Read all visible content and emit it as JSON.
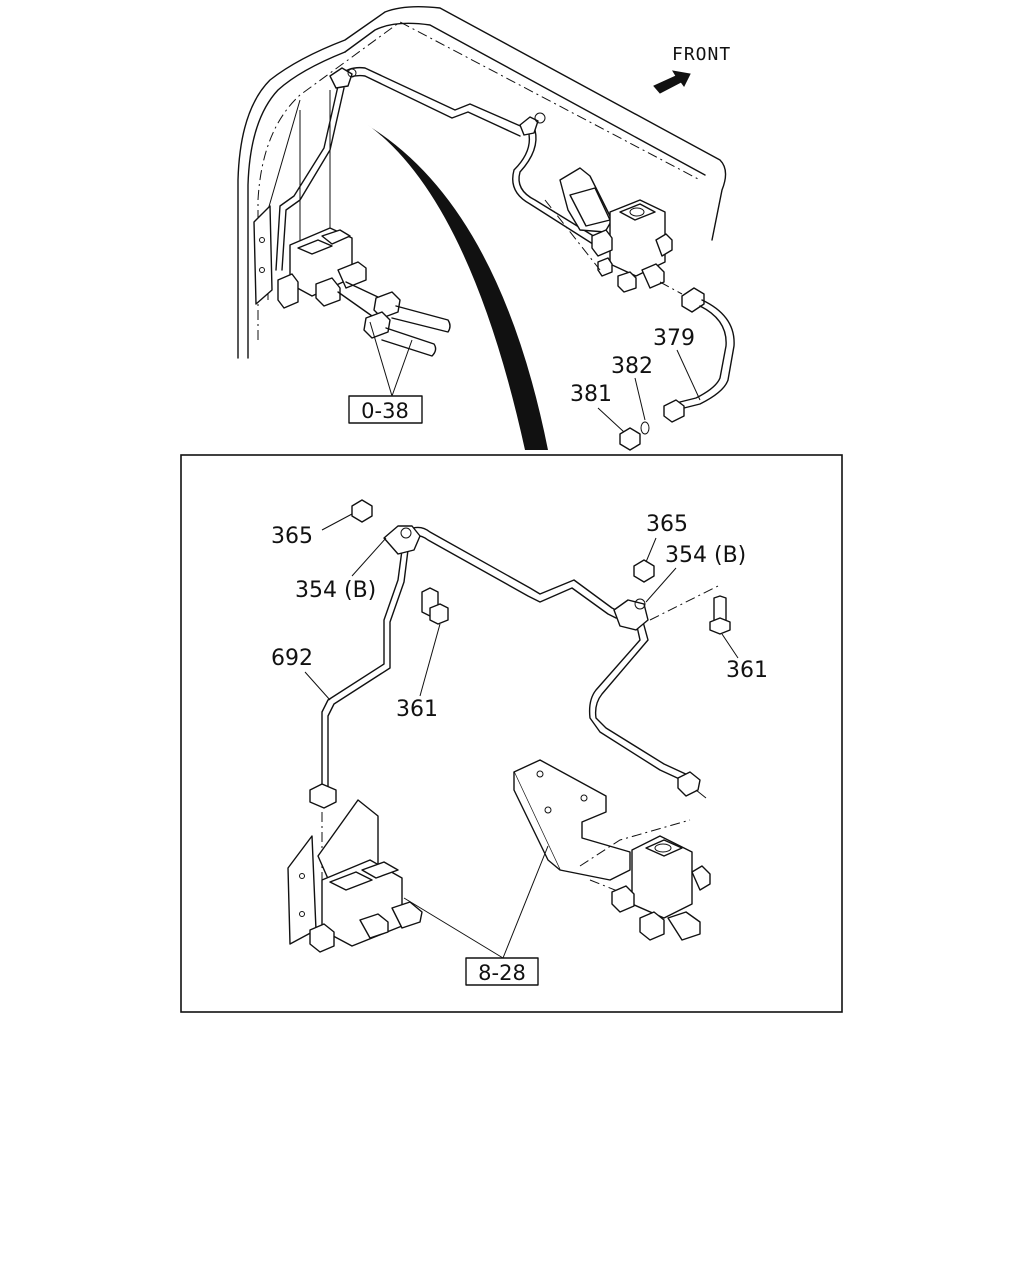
{
  "header": {
    "direction_label": "FRONT"
  },
  "overview": {
    "callouts": {
      "p379": "379",
      "p382": "382",
      "p381": "381"
    },
    "ref_box": "0-38"
  },
  "detail": {
    "callouts": {
      "p365_left": "365",
      "p354b_left": "354 (B)",
      "p692": "692",
      "p361_left": "361",
      "p365_right": "365",
      "p354b_right": "354 (B)",
      "p361_right": "361"
    },
    "ref_box": "8-28"
  }
}
